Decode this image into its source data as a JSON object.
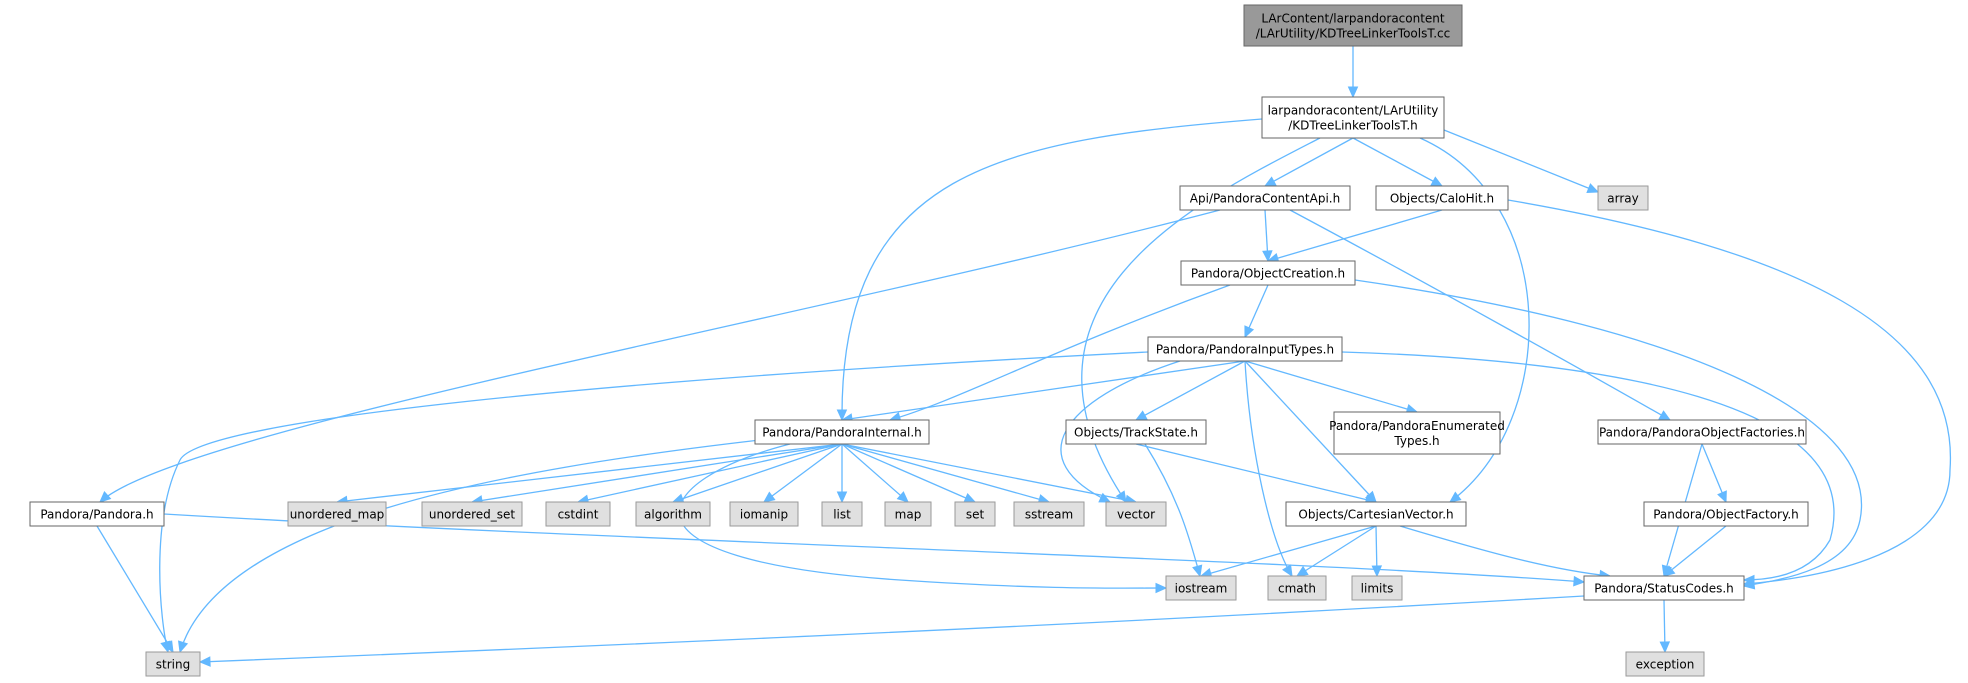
{
  "graph": {
    "nodes": [
      {
        "id": "root",
        "lines": [
          "LArContent/larpandoracontent",
          "/LArUtility/KDTreeLinkerToolsT.cc"
        ],
        "kind": "root"
      },
      {
        "id": "kdtree_h",
        "lines": [
          "larpandoracontent/LArUtility",
          "/KDTreeLinkerToolsT.h"
        ],
        "kind": "local"
      },
      {
        "id": "api",
        "lines": [
          "Api/PandoraContentApi.h"
        ],
        "kind": "local"
      },
      {
        "id": "calohit",
        "lines": [
          "Objects/CaloHit.h"
        ],
        "kind": "local"
      },
      {
        "id": "array",
        "lines": [
          "array"
        ],
        "kind": "system"
      },
      {
        "id": "objcreation",
        "lines": [
          "Pandora/ObjectCreation.h"
        ],
        "kind": "local"
      },
      {
        "id": "inputtypes",
        "lines": [
          "Pandora/PandoraInputTypes.h"
        ],
        "kind": "local"
      },
      {
        "id": "internal",
        "lines": [
          "Pandora/PandoraInternal.h"
        ],
        "kind": "local"
      },
      {
        "id": "trackstate",
        "lines": [
          "Objects/TrackState.h"
        ],
        "kind": "local"
      },
      {
        "id": "enumtypes",
        "lines": [
          "Pandora/PandoraEnumerated",
          "Types.h"
        ],
        "kind": "local"
      },
      {
        "id": "factories",
        "lines": [
          "Pandora/PandoraObjectFactories.h"
        ],
        "kind": "local"
      },
      {
        "id": "pandora",
        "lines": [
          "Pandora/Pandora.h"
        ],
        "kind": "local"
      },
      {
        "id": "unordered_map",
        "lines": [
          "unordered_map"
        ],
        "kind": "system"
      },
      {
        "id": "unordered_set",
        "lines": [
          "unordered_set"
        ],
        "kind": "system"
      },
      {
        "id": "cstdint",
        "lines": [
          "cstdint"
        ],
        "kind": "system"
      },
      {
        "id": "algorithm",
        "lines": [
          "algorithm"
        ],
        "kind": "system"
      },
      {
        "id": "iomanip",
        "lines": [
          "iomanip"
        ],
        "kind": "system"
      },
      {
        "id": "list",
        "lines": [
          "list"
        ],
        "kind": "system"
      },
      {
        "id": "map",
        "lines": [
          "map"
        ],
        "kind": "system"
      },
      {
        "id": "set",
        "lines": [
          "set"
        ],
        "kind": "system"
      },
      {
        "id": "sstream",
        "lines": [
          "sstream"
        ],
        "kind": "system"
      },
      {
        "id": "vector",
        "lines": [
          "vector"
        ],
        "kind": "system"
      },
      {
        "id": "cartesian",
        "lines": [
          "Objects/CartesianVector.h"
        ],
        "kind": "local"
      },
      {
        "id": "objfactory",
        "lines": [
          "Pandora/ObjectFactory.h"
        ],
        "kind": "local"
      },
      {
        "id": "iostream",
        "lines": [
          "iostream"
        ],
        "kind": "system"
      },
      {
        "id": "cmath",
        "lines": [
          "cmath"
        ],
        "kind": "system"
      },
      {
        "id": "limits",
        "lines": [
          "limits"
        ],
        "kind": "system"
      },
      {
        "id": "statuscodes",
        "lines": [
          "Pandora/StatusCodes.h"
        ],
        "kind": "local"
      },
      {
        "id": "string",
        "lines": [
          "string"
        ],
        "kind": "system"
      },
      {
        "id": "exception",
        "lines": [
          "exception"
        ],
        "kind": "system"
      }
    ],
    "edges": [
      {
        "from": "root",
        "to": "kdtree_h"
      },
      {
        "from": "kdtree_h",
        "to": "api"
      },
      {
        "from": "kdtree_h",
        "to": "calohit"
      },
      {
        "from": "kdtree_h",
        "to": "array"
      },
      {
        "from": "kdtree_h",
        "to": "internal"
      },
      {
        "from": "kdtree_h",
        "to": "vector"
      },
      {
        "from": "kdtree_h",
        "to": "cartesian"
      },
      {
        "from": "api",
        "to": "objcreation"
      },
      {
        "from": "api",
        "to": "pandora"
      },
      {
        "from": "api",
        "to": "factories"
      },
      {
        "from": "calohit",
        "to": "objcreation"
      },
      {
        "from": "calohit",
        "to": "statuscodes"
      },
      {
        "from": "objcreation",
        "to": "inputtypes"
      },
      {
        "from": "objcreation",
        "to": "internal"
      },
      {
        "from": "objcreation",
        "to": "statuscodes"
      },
      {
        "from": "inputtypes",
        "to": "internal"
      },
      {
        "from": "inputtypes",
        "to": "trackstate"
      },
      {
        "from": "inputtypes",
        "to": "enumtypes"
      },
      {
        "from": "inputtypes",
        "to": "cartesian"
      },
      {
        "from": "inputtypes",
        "to": "vector"
      },
      {
        "from": "inputtypes",
        "to": "cmath"
      },
      {
        "from": "inputtypes",
        "to": "string"
      },
      {
        "from": "inputtypes",
        "to": "statuscodes"
      },
      {
        "from": "internal",
        "to": "unordered_map"
      },
      {
        "from": "internal",
        "to": "unordered_set"
      },
      {
        "from": "internal",
        "to": "cstdint"
      },
      {
        "from": "internal",
        "to": "algorithm"
      },
      {
        "from": "internal",
        "to": "iomanip"
      },
      {
        "from": "internal",
        "to": "list"
      },
      {
        "from": "internal",
        "to": "map"
      },
      {
        "from": "internal",
        "to": "set"
      },
      {
        "from": "internal",
        "to": "sstream"
      },
      {
        "from": "internal",
        "to": "vector"
      },
      {
        "from": "internal",
        "to": "iostream"
      },
      {
        "from": "internal",
        "to": "string"
      },
      {
        "from": "trackstate",
        "to": "cartesian"
      },
      {
        "from": "trackstate",
        "to": "iostream"
      },
      {
        "from": "factories",
        "to": "objfactory"
      },
      {
        "from": "factories",
        "to": "statuscodes"
      },
      {
        "from": "objfactory",
        "to": "statuscodes"
      },
      {
        "from": "pandora",
        "to": "string"
      },
      {
        "from": "pandora",
        "to": "statuscodes"
      },
      {
        "from": "cartesian",
        "to": "iostream"
      },
      {
        "from": "cartesian",
        "to": "cmath"
      },
      {
        "from": "cartesian",
        "to": "limits"
      },
      {
        "from": "cartesian",
        "to": "statuscodes"
      },
      {
        "from": "statuscodes",
        "to": "string"
      },
      {
        "from": "statuscodes",
        "to": "exception"
      }
    ]
  },
  "colors": {
    "edge": "#63b8ff",
    "local_fill": "#ffffff",
    "system_fill": "#e0e0e0",
    "root_fill": "#999999"
  }
}
